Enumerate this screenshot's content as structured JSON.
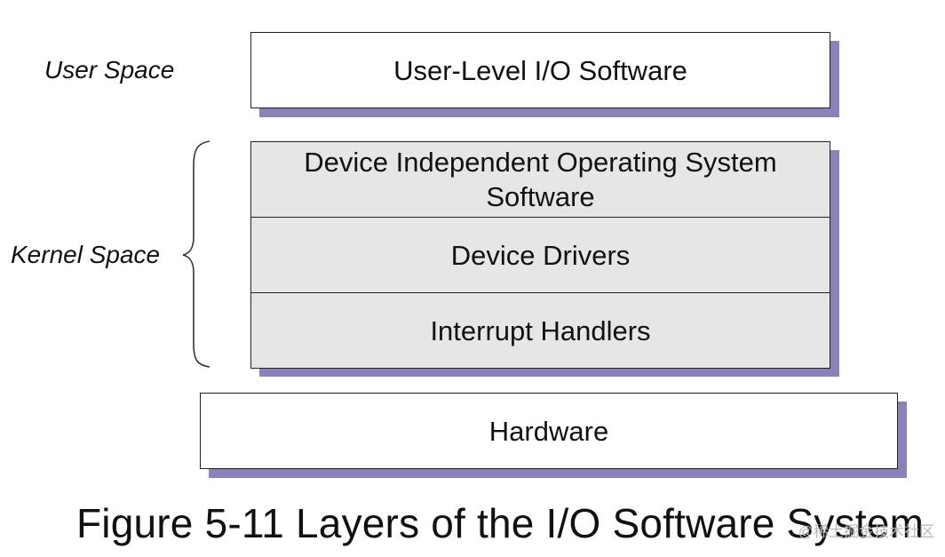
{
  "labels": {
    "user_space": "User Space",
    "kernel_space": "Kernel Space"
  },
  "layers": {
    "user_level": "User-Level I/O Software",
    "device_independent": "Device Independent Operating System Software",
    "device_drivers": "Device Drivers",
    "interrupt_handlers": "Interrupt Handlers",
    "hardware": "Hardware"
  },
  "caption": "Figure 5-11 Layers of the I/O Software System",
  "watermark": "@稀土掘金技术社区",
  "colors": {
    "shadow": "#8a82b8",
    "kernel_fill": "#e6e6e6",
    "border": "#222222"
  }
}
